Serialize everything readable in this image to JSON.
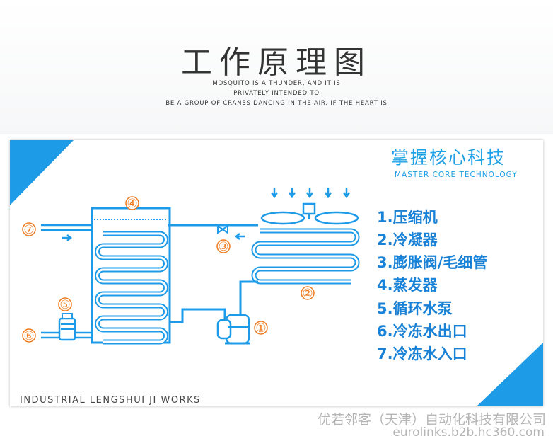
{
  "header": {
    "title": "工作原理图",
    "subtitle_lines": [
      "MOSQUITO IS A THUNDER, AND IT IS",
      "PRIVATELY INTENDED TO",
      "BE A GROUP OF CRANES DANCING IN THE AIR. IF THE HEART IS"
    ]
  },
  "tech": {
    "title": "掌握核心科技",
    "subtitle": "MASTER CORE TECHNOLOGY"
  },
  "legend": [
    "1.压缩机",
    "2.冷凝器",
    "3.膨胀阀/毛细管",
    "4.蒸发器",
    "5.循环水泵",
    "6.冷冻水出口",
    "7.冷冻水入口"
  ],
  "badges": [
    "①",
    "②",
    "③",
    "④",
    "⑤",
    "⑥",
    "⑦"
  ],
  "footer": "INDUSTRIAL LENGSHUI JI WORKS",
  "watermark": {
    "company": "优若邻客（天津）自动化科技有限公司",
    "site": "eurolinks.b2b.hc360.com"
  },
  "colors": {
    "accent": "#1da0e6",
    "pipe": "#1e9be8",
    "badge": "#f07a1e",
    "legend_text": "#1a82d6"
  }
}
